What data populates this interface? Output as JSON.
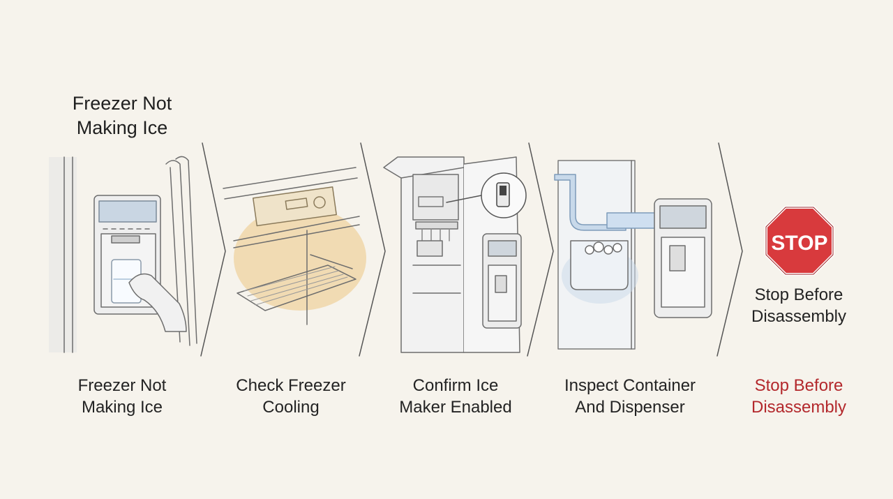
{
  "header": {
    "title_line1": "Freezer Not",
    "title_line2": "Making Ice"
  },
  "steps": [
    {
      "line1": "Freezer Not",
      "line2": "Making Ice",
      "illustration": "fridge-door-dispenser-hand-glass"
    },
    {
      "line1": "Check Freezer",
      "line2": "Cooling",
      "illustration": "freezer-control-panel-shelf"
    },
    {
      "line1": "Confirm Ice",
      "line2": "Maker Enabled",
      "illustration": "ice-maker-switch"
    },
    {
      "line1": "Inspect Container",
      "line2": "And Dispenser",
      "illustration": "ice-bin-water-line-dispenser"
    },
    {
      "line1": "Stop Before",
      "line2": "Disassembly",
      "illustration": "stop-sign"
    }
  ],
  "stop_sign": {
    "label": "STOP",
    "caption_line1": "Stop Before",
    "caption_line2": "Disassembly"
  },
  "colors": {
    "background": "#f6f3ec",
    "stop_red": "#d83a3d",
    "warning_caption": "#b3282c",
    "cooling_glow": "#e8b04a",
    "water_blue": "#8fb2d6"
  }
}
